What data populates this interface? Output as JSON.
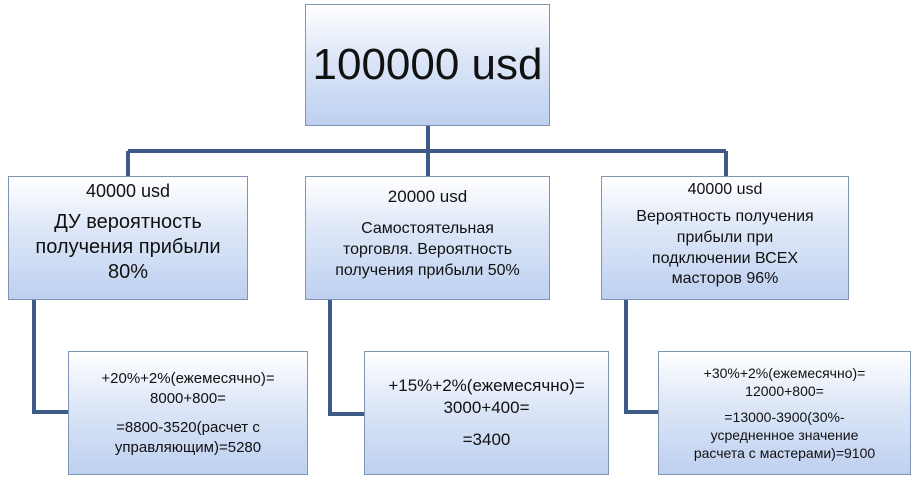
{
  "root": {
    "label": "100000 usd"
  },
  "branches": [
    {
      "amount": "40000 usd",
      "desc": [
        "ДУ вероятность",
        "получения прибыли",
        "80%"
      ],
      "calc": [
        "+20%+2%(ежемесячно)=",
        "8000+800=",
        "=8800-3520(расчет с",
        "управляющим)=5280"
      ]
    },
    {
      "amount": "20000 usd",
      "desc": [
        "Самостоятельная",
        "торговля. Вероятность",
        "получения прибыли 50%"
      ],
      "calc": [
        "+15%+2%(ежемесячно)=",
        "3000+400=",
        "=3400"
      ]
    },
    {
      "amount": "40000 usd",
      "desc": [
        "Вероятность получения",
        "прибыли при",
        "подключении ВСЕХ",
        "масторов 96%"
      ],
      "calc": [
        "+30%+2%(ежемесячно)=",
        "12000+800=",
        "=13000-3900(30%-",
        "усредненное значение",
        "расчета с мастерами)=9100"
      ]
    }
  ],
  "colors": {
    "connector": "#3d5b86",
    "border": "#7f93b4"
  }
}
